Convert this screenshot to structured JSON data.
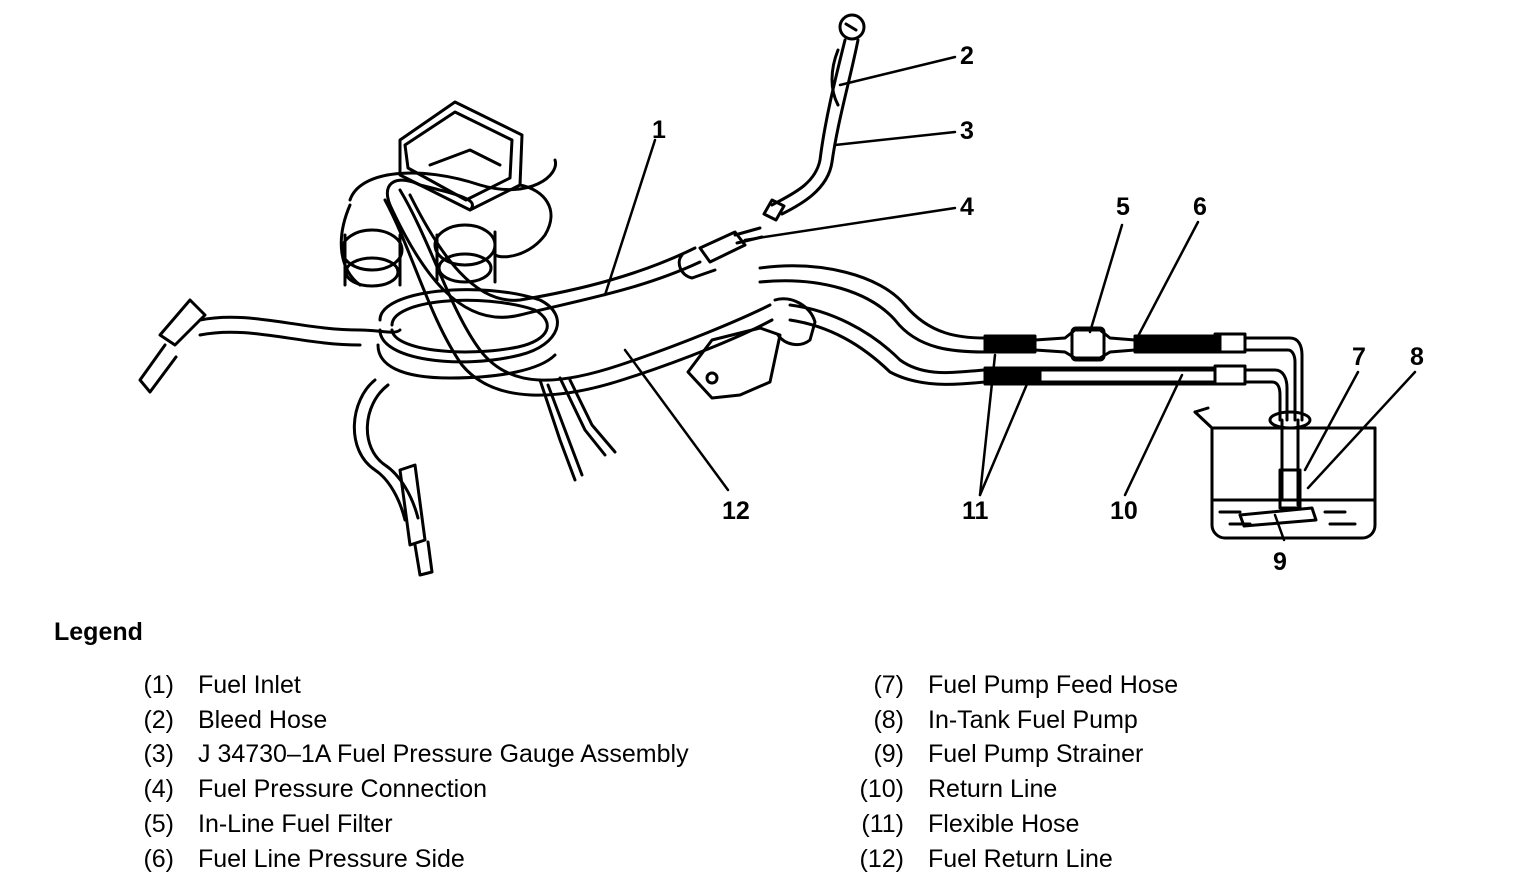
{
  "callouts": [
    {
      "id": "c1",
      "label": "1"
    },
    {
      "id": "c2",
      "label": "2"
    },
    {
      "id": "c3",
      "label": "3"
    },
    {
      "id": "c4",
      "label": "4"
    },
    {
      "id": "c5",
      "label": "5"
    },
    {
      "id": "c6",
      "label": "6"
    },
    {
      "id": "c7",
      "label": "7"
    },
    {
      "id": "c8",
      "label": "8"
    },
    {
      "id": "c9",
      "label": "9"
    },
    {
      "id": "c10",
      "label": "10"
    },
    {
      "id": "c11",
      "label": "11"
    },
    {
      "id": "c12",
      "label": "12"
    }
  ],
  "legend": {
    "title": "Legend",
    "left": [
      {
        "num": "(1)",
        "text": "Fuel Inlet"
      },
      {
        "num": "(2)",
        "text": "Bleed Hose"
      },
      {
        "num": "(3)",
        "text": "J 34730–1A Fuel Pressure Gauge Assembly"
      },
      {
        "num": "(4)",
        "text": "Fuel Pressure Connection"
      },
      {
        "num": "(5)",
        "text": "In-Line Fuel Filter"
      },
      {
        "num": "(6)",
        "text": "Fuel Line Pressure Side"
      }
    ],
    "right": [
      {
        "num": "(7)",
        "text": "Fuel Pump Feed Hose"
      },
      {
        "num": "(8)",
        "text": "In-Tank Fuel Pump"
      },
      {
        "num": "(9)",
        "text": "Fuel Pump Strainer"
      },
      {
        "num": "(10)",
        "text": "Return Line"
      },
      {
        "num": "(11)",
        "text": "Flexible Hose"
      },
      {
        "num": "(12)",
        "text": "Fuel Return Line"
      }
    ]
  }
}
